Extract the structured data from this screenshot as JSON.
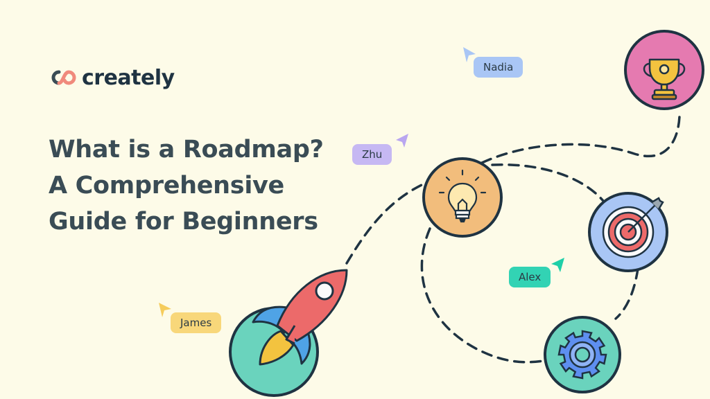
{
  "brand": {
    "name": "creately"
  },
  "headline": {
    "lines": [
      "What is a Roadmap?",
      "A Comprehensive",
      "Guide for Beginners"
    ]
  },
  "cursors": [
    {
      "name": "Nadia",
      "color": "#a9c6f5",
      "arrow": "#a9c6f5"
    },
    {
      "name": "Zhu",
      "color": "#c6b8f3",
      "arrow": "#b9a6f0"
    },
    {
      "name": "Alex",
      "color": "#32d3b4",
      "arrow": "#1fcfa8"
    },
    {
      "name": "James",
      "color": "#f8d77a",
      "arrow": "#f5cc5c"
    }
  ],
  "milestones": [
    {
      "icon": "rocket-icon",
      "color": "#6ad3bd"
    },
    {
      "icon": "lightbulb-icon",
      "color": "#f2bd7c"
    },
    {
      "icon": "target-icon",
      "color": "#a9c6f5"
    },
    {
      "icon": "gear-icon",
      "color": "#6ad3bd"
    },
    {
      "icon": "trophy-icon",
      "color": "#e57ab0"
    }
  ],
  "colors": {
    "background": "#fdfbe8",
    "text": "#3a4c55",
    "outline": "#1f3342"
  }
}
